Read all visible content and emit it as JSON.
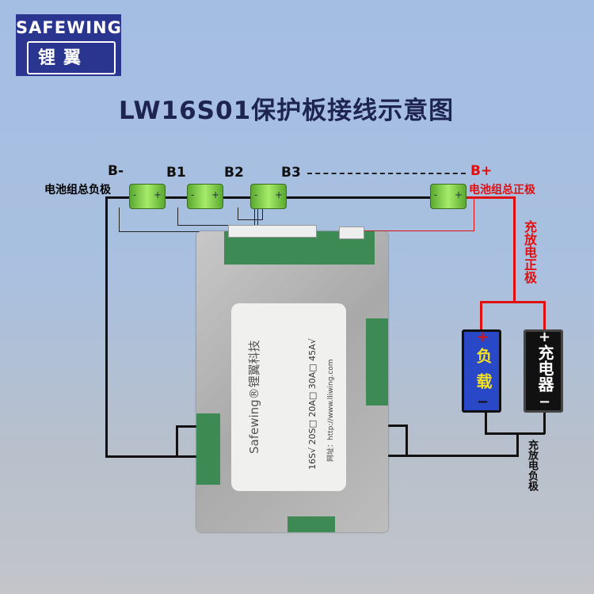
{
  "logo": {
    "brand_en": "SAFEWING",
    "brand_cn": "锂翼"
  },
  "title": "LW16S01保护板接线示意图",
  "labels": {
    "b_minus": "B-",
    "b1": "B1",
    "b2": "B2",
    "b3": "B3",
    "b_plus": "B+",
    "pack_negative": "电池组总负极",
    "pack_positive": "电池组总正极",
    "charge_discharge_positive": "充放电正极",
    "charge_discharge_negative": "充放电负极"
  },
  "load": {
    "label": "负载",
    "plus": "+",
    "minus": "−"
  },
  "charger": {
    "label": "充电器",
    "plus": "+",
    "minus": "−"
  },
  "board_label": {
    "brand": "Safewing®锂翼科技",
    "spec": "16S√ 20S□ 20A□ 30A□ 45A√",
    "website": "网址：http://www.lliwing.com"
  },
  "colors": {
    "positive": "#e01010",
    "negative": "#111111",
    "load": "#2040c0",
    "title": "#1e2450"
  }
}
